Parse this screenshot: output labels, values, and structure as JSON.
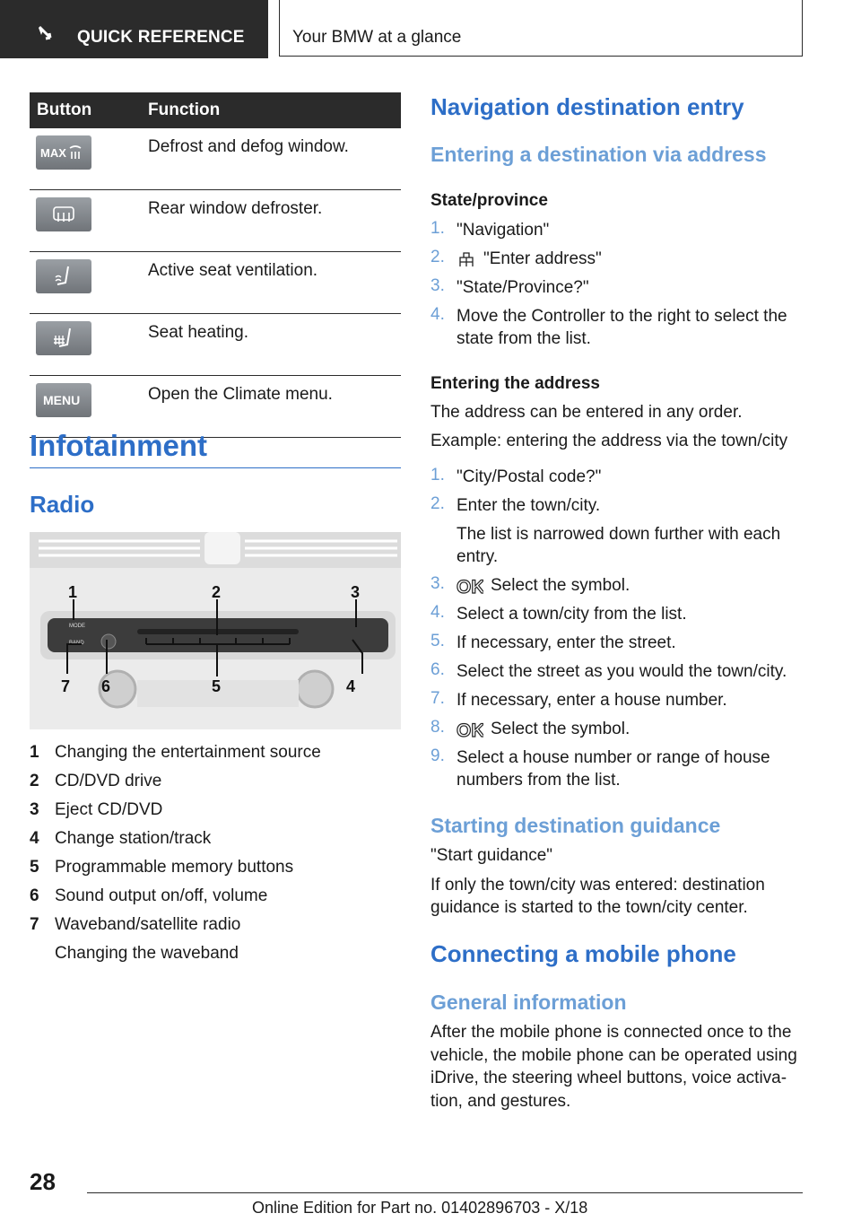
{
  "header": {
    "section_tab": "QUICK REFERENCE",
    "chapter_title": "Your BMW at a glance"
  },
  "function_table": {
    "col_button": "Button",
    "col_function": "Function",
    "rows": [
      {
        "icon": "max-defrost-icon",
        "text": "Defrost and defog window."
      },
      {
        "icon": "rear-defrost-icon",
        "text": "Rear window defroster."
      },
      {
        "icon": "seat-ventilation-icon",
        "text": "Active seat ventilation."
      },
      {
        "icon": "seat-heating-icon",
        "text": "Seat heating."
      },
      {
        "icon": "menu-button-icon",
        "text": "Open the Climate menu."
      }
    ]
  },
  "infotainment": {
    "heading": "Infotainment",
    "radio_heading": "Radio",
    "legend": [
      {
        "num": "1",
        "text": "Changing the entertainment source"
      },
      {
        "num": "2",
        "text": "CD/DVD drive"
      },
      {
        "num": "3",
        "text": "Eject CD/DVD"
      },
      {
        "num": "4",
        "text": "Change station/track"
      },
      {
        "num": "5",
        "text": "Programmable memory buttons"
      },
      {
        "num": "6",
        "text": "Sound output on/off, volume"
      },
      {
        "num": "7",
        "text": "Waveband/satellite radio"
      }
    ],
    "legend_extra": "Changing the waveband"
  },
  "navigation": {
    "heading": "Navigation destination entry",
    "sub_heading": "Entering a destination via address",
    "state_label": "State/province",
    "state_steps": [
      {
        "num": "1.",
        "text": "\"Navigation\""
      },
      {
        "num": "2.",
        "text": "\"Enter address\""
      },
      {
        "num": "3.",
        "text": "\"State/Province?\""
      },
      {
        "num": "4.",
        "text": "Move the Controller to the right to select the state from the list."
      }
    ],
    "address_label": "Entering the address",
    "address_para1": "The address can be entered in any order.",
    "address_para2": "Example: entering the address via the town/city",
    "address_steps": [
      {
        "num": "1.",
        "text": "\"City/Postal code?\""
      },
      {
        "num": "2.",
        "text": "Enter the town/city."
      },
      {
        "num": "",
        "text": "The list is narrowed down further with each entry."
      },
      {
        "num": "3.",
        "text": "Select the symbol."
      },
      {
        "num": "4.",
        "text": "Select a town/city from the list."
      },
      {
        "num": "5.",
        "text": "If necessary, enter the street."
      },
      {
        "num": "6.",
        "text": "Select the street as you would the town/city."
      },
      {
        "num": "7.",
        "text": "If necessary, enter a house number."
      },
      {
        "num": "8.",
        "text": "Select the symbol."
      },
      {
        "num": "9.",
        "text": "Select a house number or range of house numbers from the list."
      }
    ],
    "guidance_heading": "Starting destination guidance",
    "guidance_line1": "\"Start guidance\"",
    "guidance_para": "If only the town/city was entered: destination guidance is started to the town/city center."
  },
  "phone": {
    "heading": "Connecting a mobile phone",
    "sub_heading": "General information",
    "para": "After the mobile phone is connected once to the vehicle, the mobile phone can be operated using iDrive, the steering wheel buttons, voice activa-tion, and gestures."
  },
  "footer": {
    "page_number": "28",
    "edition": "Online Edition for Part no. 01402896703 - X/18"
  },
  "photo_callouts": [
    "1",
    "2",
    "3",
    "4",
    "5",
    "6",
    "7"
  ],
  "photo_panel_labels": {
    "mode": "MODE",
    "band": "BAND"
  },
  "colors": {
    "heading_blue": "#2d6ec7",
    "subheading_blue": "#6c9fd6",
    "dark": "#2b2b2b"
  }
}
